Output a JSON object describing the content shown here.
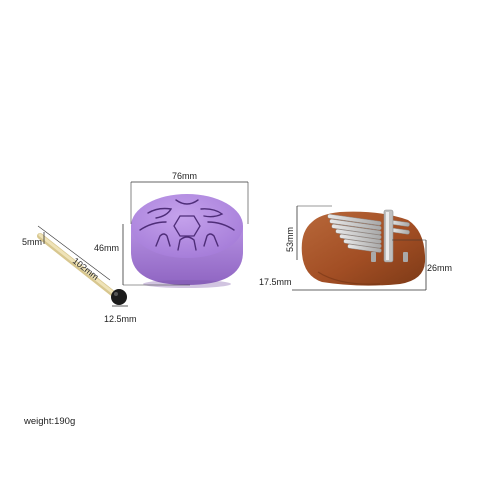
{
  "dimensions": {
    "drum_width": "76mm",
    "drum_height": "46mm",
    "mallet_tip": "5mm",
    "mallet_length": "102mm",
    "mallet_head": "12.5mm",
    "kalimba_height": "53mm",
    "kalimba_depth": "26mm",
    "kalimba_base": "17.5mm"
  },
  "weight_text": "weight:190g",
  "colors": {
    "drum": "#b388e0",
    "drum_dark": "#9068c4",
    "wood": "#a9552a",
    "wood_dark": "#7a3716",
    "metal": "#c8c8c8",
    "mallet_stick": "#e7d8a7",
    "mallet_head": "#1b1b1b"
  }
}
